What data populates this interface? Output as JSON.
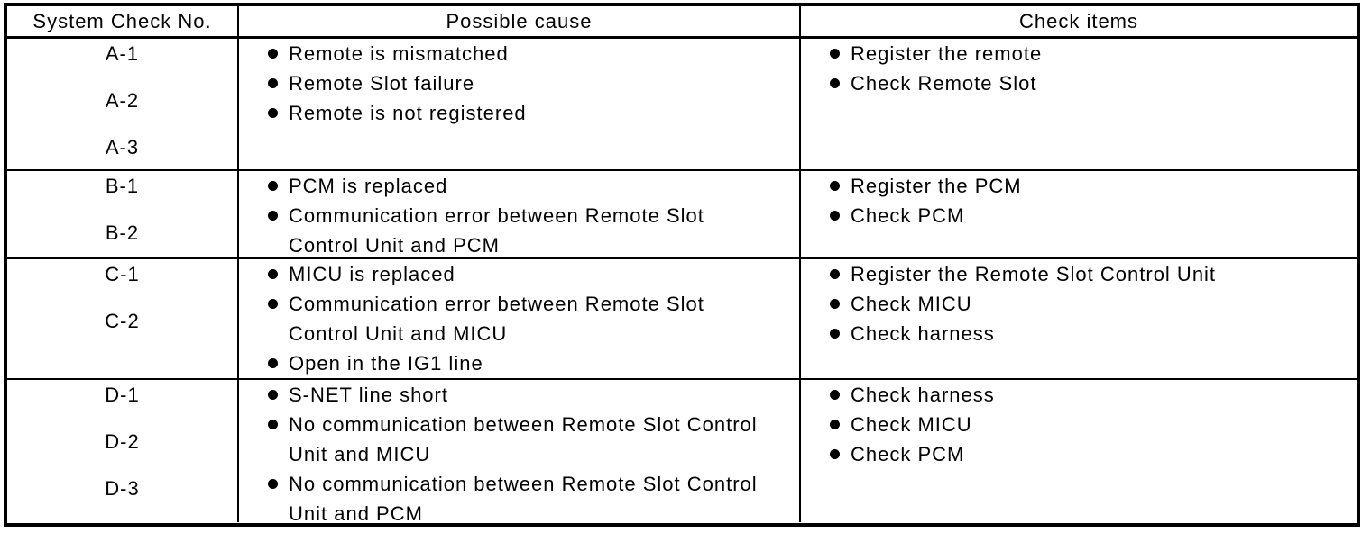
{
  "table": {
    "headers": {
      "check_no": "System Check No.",
      "cause": "Possible cause",
      "items": "Check items"
    },
    "rows": [
      {
        "check_numbers": [
          "A-1",
          "A-2",
          "A-3"
        ],
        "causes": [
          "Remote is mismatched",
          "Remote Slot failure",
          "Remote is not registered"
        ],
        "check_items": [
          "Register the remote",
          "Check Remote Slot"
        ]
      },
      {
        "check_numbers": [
          "B-1",
          "B-2"
        ],
        "causes": [
          "PCM is replaced",
          "Communication error between Remote Slot\nControl Unit and PCM"
        ],
        "check_items": [
          "Register the PCM",
          "Check PCM"
        ]
      },
      {
        "check_numbers": [
          "C-1",
          "C-2"
        ],
        "causes": [
          "MICU is replaced",
          "Communication error between Remote Slot\nControl Unit and MICU",
          "Open in the IG1 line"
        ],
        "check_items": [
          "Register the Remote Slot Control Unit",
          "Check MICU",
          "Check harness"
        ]
      },
      {
        "check_numbers": [
          "D-1",
          "D-2",
          "D-3"
        ],
        "causes": [
          "S-NET line short",
          "No communication between Remote Slot Control\nUnit and MICU",
          "No communication between Remote Slot Control\nUnit and PCM"
        ],
        "check_items": [
          "Check harness",
          "Check MICU",
          "Check PCM"
        ]
      }
    ]
  },
  "colors": {
    "border": "#000000",
    "background": "#ffffff",
    "text": "#000000"
  }
}
